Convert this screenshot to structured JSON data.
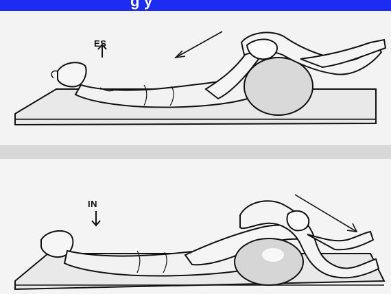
{
  "banner": {
    "visible_text_fragment": "g                y",
    "background_color": "#1d2cf2"
  },
  "labels": {
    "top": "ES",
    "bottom": "IN"
  },
  "colors": {
    "ink": "#111111",
    "paper": "#f3f3f3",
    "divider": "#d8d8d8"
  },
  "icons": {
    "top_arrow": "arrow-up-icon",
    "bottom_arrow": "arrow-down-icon",
    "top_motion_arrow": "diagonal-arrow-icon",
    "bottom_motion_arrow": "diagonal-arrow-icon"
  }
}
